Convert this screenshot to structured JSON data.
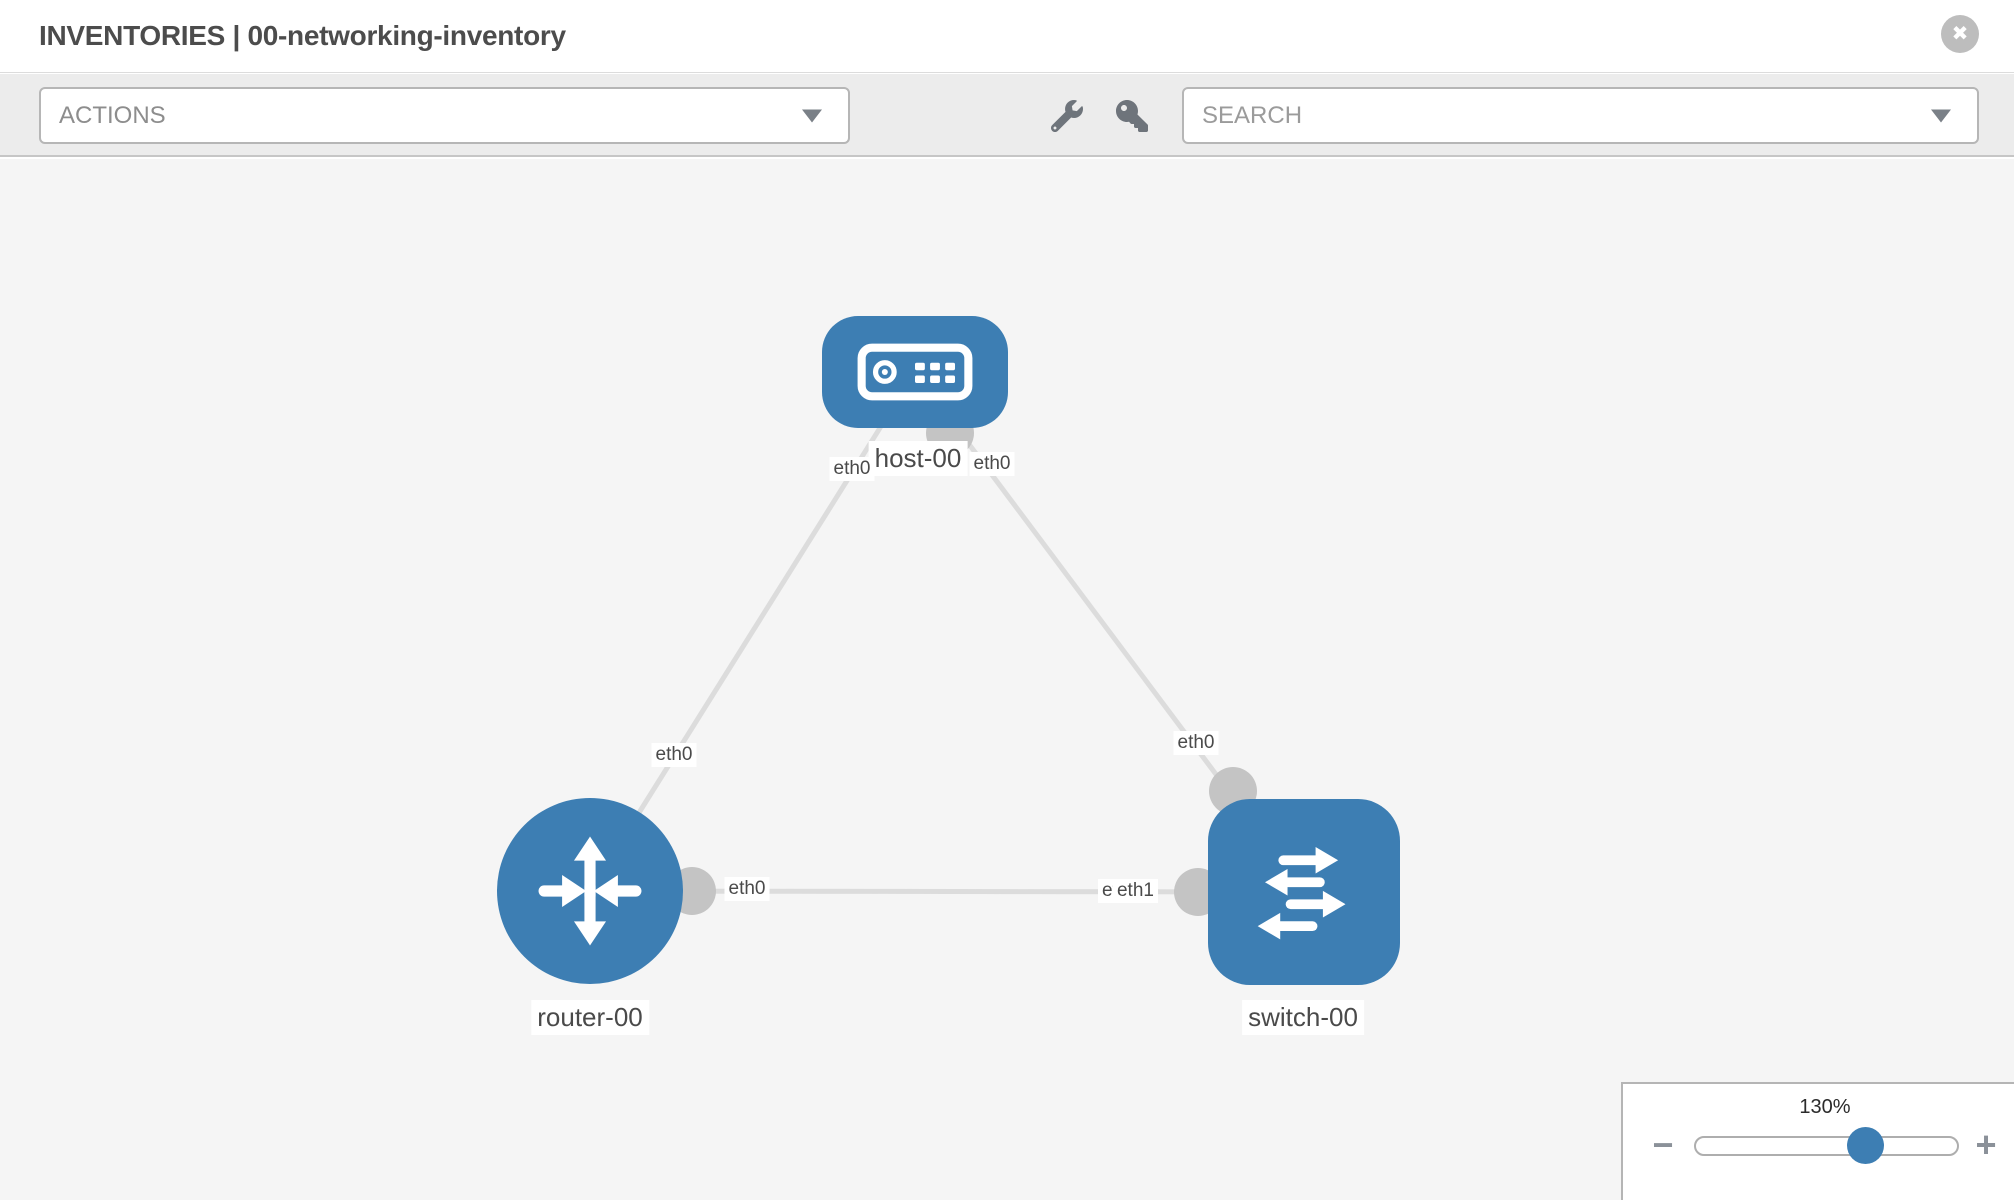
{
  "header": {
    "title": "INVENTORIES | 00-networking-inventory",
    "close_icon": "✖"
  },
  "toolbar": {
    "actions_label": "ACTIONS",
    "search_label": "SEARCH",
    "icon_buttons": [
      "wrench-icon",
      "key-icon"
    ]
  },
  "topology": {
    "nodes": [
      {
        "name": "host-00",
        "type": "host"
      },
      {
        "name": "router-00",
        "type": "router"
      },
      {
        "name": "switch-00",
        "type": "switch"
      }
    ],
    "links": [
      {
        "from": "host-00",
        "to": "router-00",
        "labels": {
          "host_end": "eth0",
          "router_end": "eth0"
        }
      },
      {
        "from": "host-00",
        "to": "switch-00",
        "labels": {
          "host_end": "eth0",
          "switch_end": "eth0"
        }
      },
      {
        "from": "router-00",
        "to": "switch-00",
        "labels": {
          "router_end": "eth0",
          "switch_end_top": "eth0",
          "switch_end_front": "eth1"
        }
      }
    ]
  },
  "zoom_control": {
    "level": "130%",
    "minus_label": "−",
    "plus_label": "+"
  },
  "colors": {
    "node_blue": "#3d7eb3",
    "link_gray": "#dcdcdc",
    "interface_dot_gray": "#c4c4c4",
    "toolbar_bg": "#ececec",
    "canvas_bg": "#f5f5f5"
  }
}
